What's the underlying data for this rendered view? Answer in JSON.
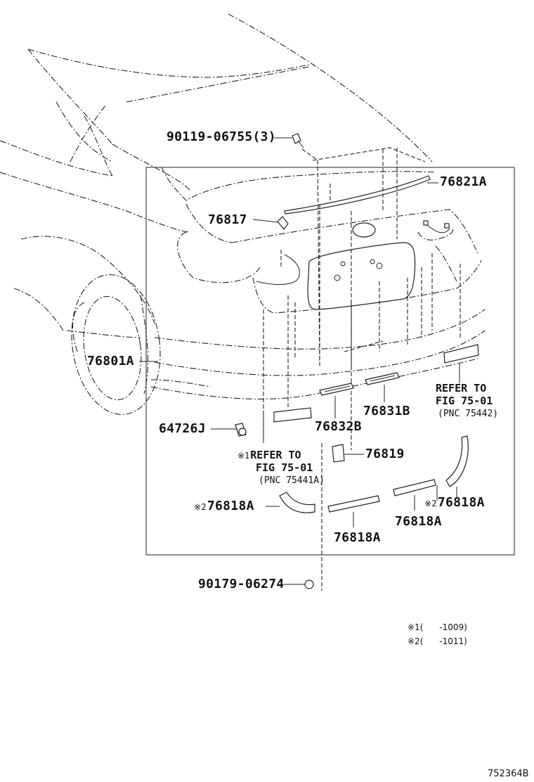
{
  "diagram": {
    "parts": {
      "bolt_top": "90119-06755(3)",
      "moulding_top": "76821A",
      "retainer_left": "76817",
      "garnish": "76801A",
      "clip_left": "64726J",
      "lamp_left": "76832B",
      "lamp_right": "76831B",
      "clip_center": "76819",
      "moulding_l1": "76818A",
      "moulding_l2": "76818A",
      "moulding_r1": "76818A",
      "moulding_r2": "76818A",
      "nut_bottom": "90179-06274"
    },
    "refs": {
      "left": {
        "mark": "※1",
        "line1": "REFER TO",
        "line2": "FIG 75-01",
        "line3": "(PNC 75441A)"
      },
      "right": {
        "line1": "REFER TO",
        "line2": "FIG 75-01",
        "line3": "(PNC 75442)"
      }
    },
    "marks": {
      "m1": "※1",
      "m2": "※2"
    },
    "notes": [
      {
        "mark": "※1",
        "text": "(      -1009)"
      },
      {
        "mark": "※2",
        "text": "(      -1011)"
      }
    ],
    "diagram_code": "752364B"
  }
}
